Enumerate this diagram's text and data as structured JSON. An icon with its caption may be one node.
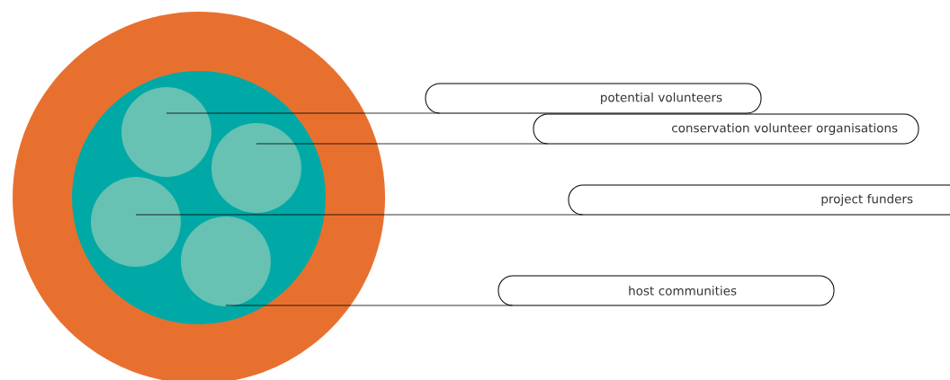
{
  "diagram": {
    "nodes": [
      {
        "text": [],
        "shape": "circle"
      },
      {
        "text": [],
        "shape": "circle",
        "in": 0
      },
      {
        "text": [],
        "shape": "circle",
        "in": 1
      },
      {
        "text": [],
        "shape": "circle",
        "in": 1
      },
      {
        "text": [],
        "shape": "circle",
        "in": 1
      },
      {
        "text": [],
        "shape": "circle",
        "in": 1
      },
      {
        "text": [
          "potential volunteers"
        ]
      },
      {
        "text": [
          "conservation volunteer organisations"
        ]
      },
      {
        "text": [
          "project funders"
        ]
      },
      {
        "text": [
          "host communities"
        ]
      }
    ],
    "edges": [
      {
        "from": 6,
        "to": 2,
        "arrow": "none"
      },
      {
        "from": 7,
        "to": 3,
        "arrow": "none"
      },
      {
        "from": 8,
        "to": 4,
        "arrow": "none"
      },
      {
        "from": 9,
        "to": 5,
        "arrow": "none"
      }
    ]
  }
}
